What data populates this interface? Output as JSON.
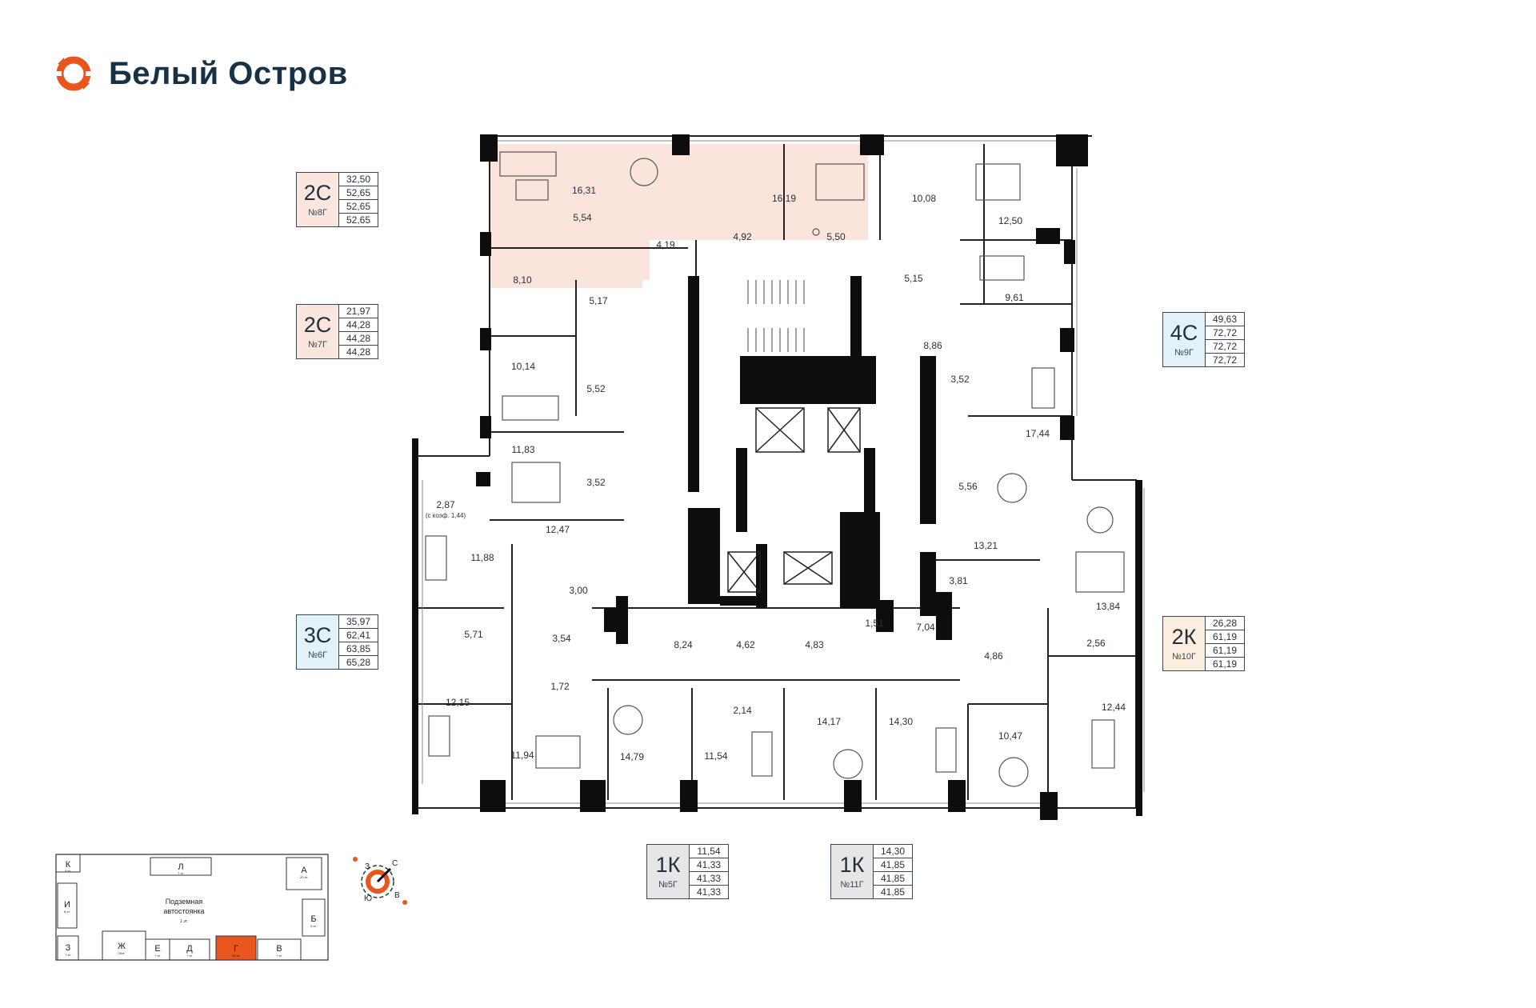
{
  "brand": {
    "name": "Белый Остров",
    "color": "#e8561e",
    "logo_icon": "ring-logo-icon"
  },
  "colors": {
    "highlight": "#fbe4dc",
    "blue_tag": "#e3f1f8",
    "orange_tag": "#fbe6de",
    "beige_tag": "#fbeedf",
    "gray_tag": "#e6e6e6",
    "wall": "#0d0d0d"
  },
  "cards": [
    {
      "id": "2c-8",
      "code": "2С",
      "num": "№8Г",
      "areas": [
        "32,50",
        "52,65",
        "52,65",
        "52,65"
      ],
      "bg": "#fbe6de"
    },
    {
      "id": "2c-7",
      "code": "2С",
      "num": "№7Г",
      "areas": [
        "21,97",
        "44,28",
        "44,28",
        "44,28"
      ],
      "bg": "#fbe6de"
    },
    {
      "id": "3c-6",
      "code": "3С",
      "num": "№6Г",
      "areas": [
        "35,97",
        "62,41",
        "63,85",
        "65,28"
      ],
      "bg": "#e3f1f8"
    },
    {
      "id": "4c-9",
      "code": "4С",
      "num": "№9Г",
      "areas": [
        "49,63",
        "72,72",
        "72,72",
        "72,72"
      ],
      "bg": "#e3f1f8"
    },
    {
      "id": "2k-10",
      "code": "2К",
      "num": "№10Г",
      "areas": [
        "26,28",
        "61,19",
        "61,19",
        "61,19"
      ],
      "bg": "#fbeedf"
    },
    {
      "id": "1k-5",
      "code": "1К",
      "num": "№5Г",
      "areas": [
        "11,54",
        "41,33",
        "41,33",
        "41,33"
      ],
      "bg": "#e6e6e6"
    },
    {
      "id": "1k-11",
      "code": "1К",
      "num": "№11Г",
      "areas": [
        "14,30",
        "41,85",
        "41,85",
        "41,85"
      ],
      "bg": "#e6e6e6"
    }
  ],
  "rooms": {
    "r1631": "16,31",
    "r1619": "16,19",
    "r554": "5,54",
    "r419": "4,19",
    "r492": "4,92",
    "r550": "5,50",
    "r1008": "10,08",
    "r1250": "12,50",
    "r810": "8,10",
    "r517": "5,17",
    "r515": "5,15",
    "r961": "9,61",
    "r886": "8,86",
    "r1014": "10,14",
    "r552": "5,52",
    "r352a": "3,52",
    "r1744": "17,44",
    "r1183": "11,83",
    "r352b": "3,52",
    "r556": "5,56",
    "r287": "2,87",
    "r287note": "(с коэф. 1,44)",
    "r1188": "11,88",
    "r1247": "12,47",
    "r1321": "13,21",
    "r300": "3,00",
    "r381": "3,81",
    "r1384": "13,84",
    "r571": "5,71",
    "r354": "3,54",
    "r824": "8,24",
    "r462": "4,62",
    "r483": "4,83",
    "r151": "1,51",
    "r704": "7,04",
    "r486": "4,86",
    "r256": "2,56",
    "r172": "1,72",
    "r1215": "12,15",
    "r1244": "12,44",
    "r214": "2,14",
    "r1194": "11,94",
    "r1479": "14,79",
    "r1154": "11,54",
    "r1417": "14,17",
    "r1430": "14,30",
    "r1047": "10,47"
  },
  "site_plan": {
    "title_l1": "Подземная",
    "title_l2": "автостоянка",
    "parking_floor": "1 эт.",
    "buildings": [
      {
        "letter": "К",
        "floors": "9 эт."
      },
      {
        "letter": "Л",
        "floors": "7 эт."
      },
      {
        "letter": "А",
        "floors": "20 эт."
      },
      {
        "letter": "И",
        "floors": "8 эт."
      },
      {
        "letter": "Б",
        "floors": "9 эт."
      },
      {
        "letter": "З",
        "floors": "7 эт."
      },
      {
        "letter": "Ж",
        "floors": "25эт."
      },
      {
        "letter": "Е",
        "floors": "7 эт."
      },
      {
        "letter": "Д",
        "floors": "7 эт."
      },
      {
        "letter": "Г",
        "floors": "30 эт."
      },
      {
        "letter": "В",
        "floors": "7 эт."
      }
    ]
  },
  "compass": {
    "n": "С",
    "w": "З",
    "s": "Ю",
    "e": "В"
  }
}
